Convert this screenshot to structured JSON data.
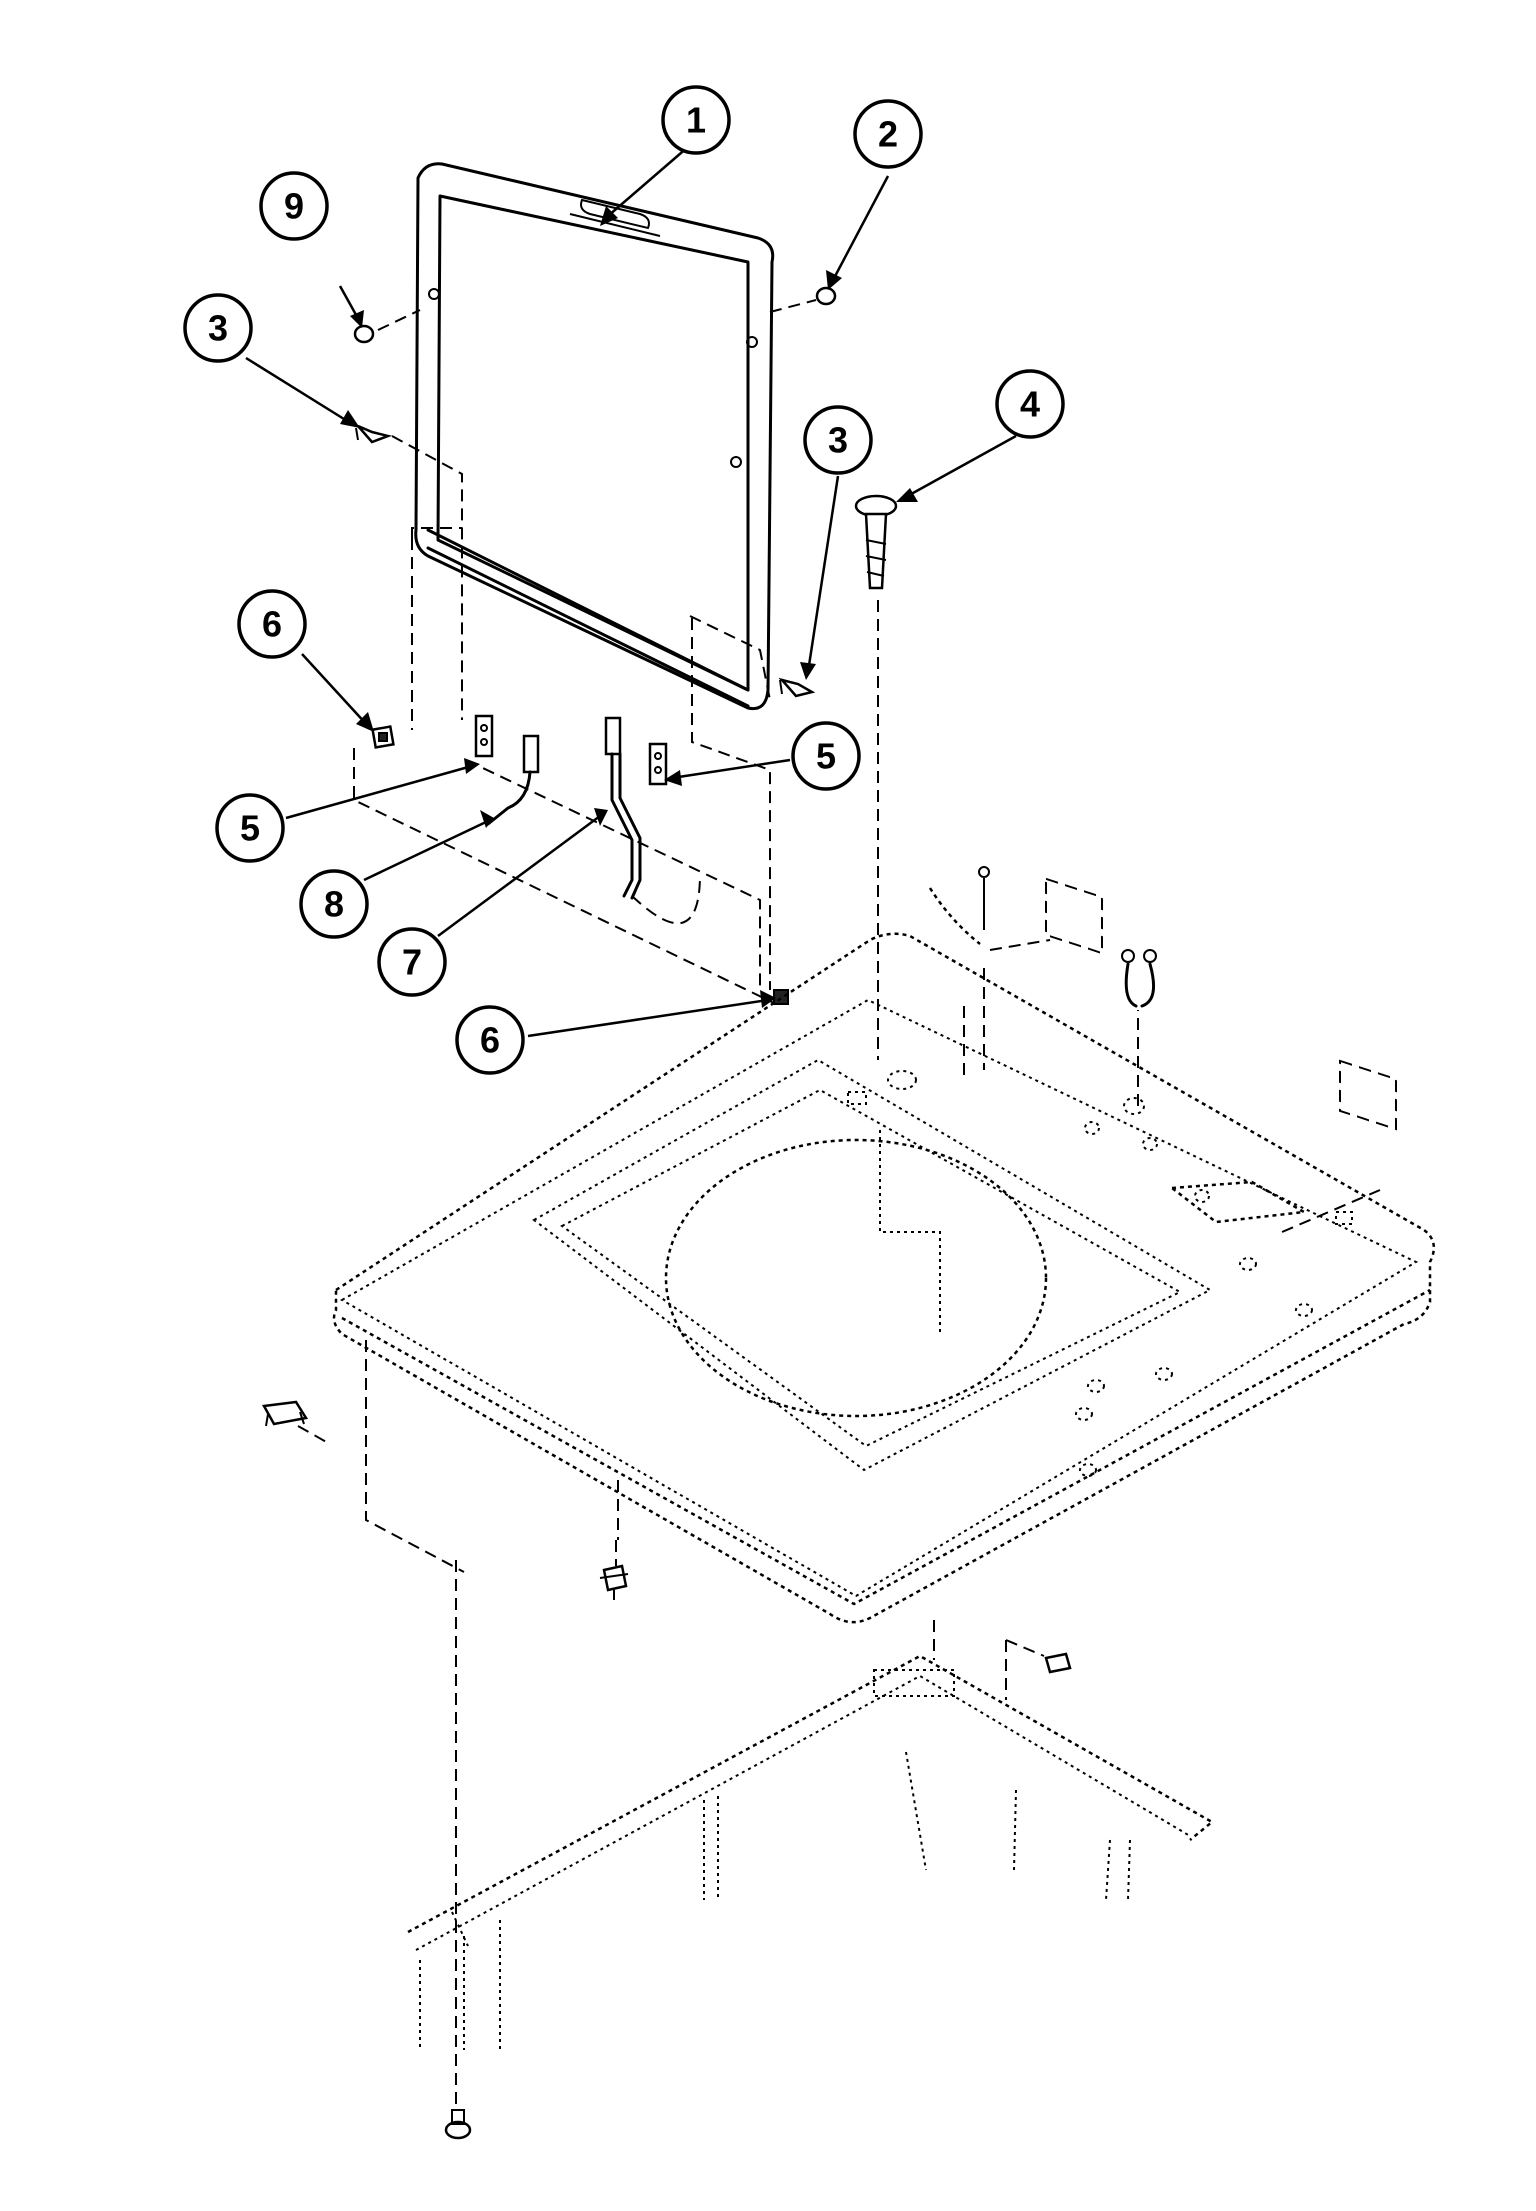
{
  "callouts": [
    {
      "id": "c1",
      "label": "1"
    },
    {
      "id": "c2",
      "label": "2"
    },
    {
      "id": "c3a",
      "label": "3"
    },
    {
      "id": "c3b",
      "label": "3"
    },
    {
      "id": "c4",
      "label": "4"
    },
    {
      "id": "c5a",
      "label": "5"
    },
    {
      "id": "c5b",
      "label": "5"
    },
    {
      "id": "c6a",
      "label": "6"
    },
    {
      "id": "c6b",
      "label": "6"
    },
    {
      "id": "c7",
      "label": "7"
    },
    {
      "id": "c8",
      "label": "8"
    },
    {
      "id": "c9",
      "label": "9"
    }
  ]
}
